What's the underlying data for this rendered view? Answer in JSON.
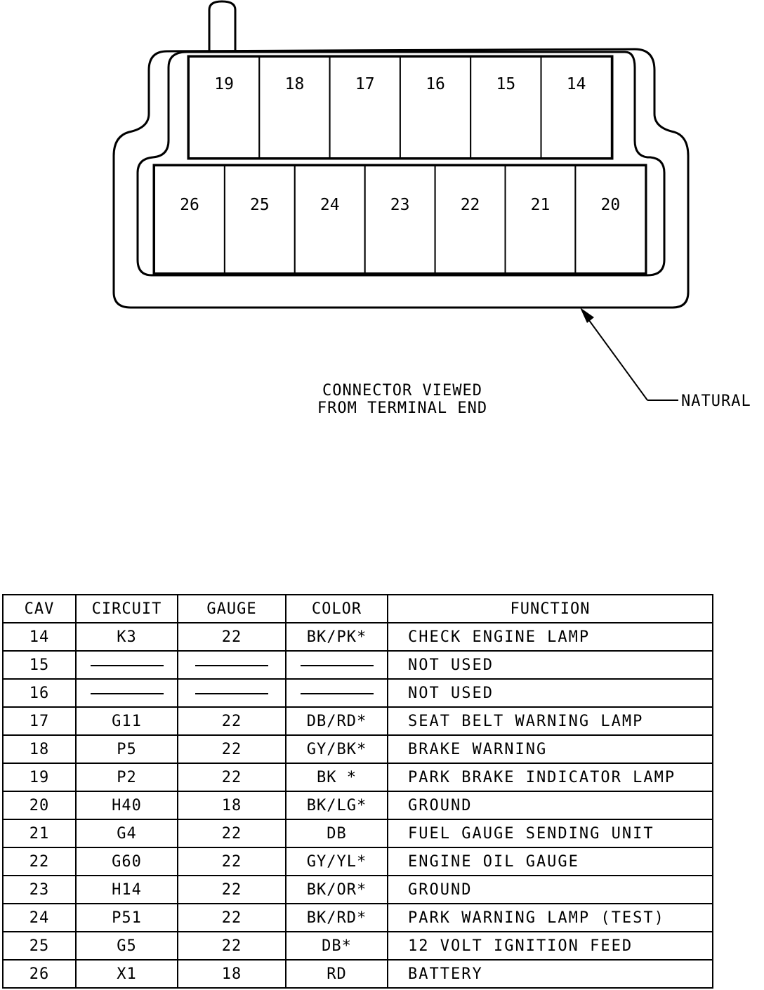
{
  "connector": {
    "top_row": [
      "19",
      "18",
      "17",
      "16",
      "15",
      "14"
    ],
    "bottom_row": [
      "26",
      "25",
      "24",
      "23",
      "22",
      "21",
      "20"
    ],
    "caption_line1": "CONNECTOR VIEWED",
    "caption_line2": "FROM TERMINAL END",
    "color_callout": "NATURAL"
  },
  "table": {
    "headers": [
      "CAV",
      "CIRCUIT",
      "GAUGE",
      "COLOR",
      "FUNCTION"
    ],
    "rows": [
      {
        "cav": "14",
        "circuit": "K3",
        "gauge": "22",
        "color": "BK/PK*",
        "function": "CHECK ENGINE LAMP"
      },
      {
        "cav": "15",
        "circuit": "",
        "gauge": "",
        "color": "",
        "function": "NOT USED"
      },
      {
        "cav": "16",
        "circuit": "",
        "gauge": "",
        "color": "",
        "function": "NOT USED"
      },
      {
        "cav": "17",
        "circuit": "G11",
        "gauge": "22",
        "color": "DB/RD*",
        "function": "SEAT BELT WARNING LAMP"
      },
      {
        "cav": "18",
        "circuit": "P5",
        "gauge": "22",
        "color": "GY/BK*",
        "function": "BRAKE WARNING"
      },
      {
        "cav": "19",
        "circuit": "P2",
        "gauge": "22",
        "color": "BK *",
        "function": "PARK BRAKE INDICATOR LAMP"
      },
      {
        "cav": "20",
        "circuit": "H40",
        "gauge": "18",
        "color": "BK/LG*",
        "function": "GROUND"
      },
      {
        "cav": "21",
        "circuit": "G4",
        "gauge": "22",
        "color": "DB",
        "function": "FUEL GAUGE SENDING UNIT"
      },
      {
        "cav": "22",
        "circuit": "G60",
        "gauge": "22",
        "color": "GY/YL*",
        "function": "ENGINE OIL GAUGE"
      },
      {
        "cav": "23",
        "circuit": "H14",
        "gauge": "22",
        "color": "BK/OR*",
        "function": "GROUND"
      },
      {
        "cav": "24",
        "circuit": "P51",
        "gauge": "22",
        "color": "BK/RD*",
        "function": "PARK WARNING LAMP (TEST)"
      },
      {
        "cav": "25",
        "circuit": "G5",
        "gauge": "22",
        "color": "DB*",
        "function": "12 VOLT IGNITION FEED"
      },
      {
        "cav": "26",
        "circuit": "X1",
        "gauge": "18",
        "color": "RD",
        "function": "BATTERY"
      }
    ]
  }
}
